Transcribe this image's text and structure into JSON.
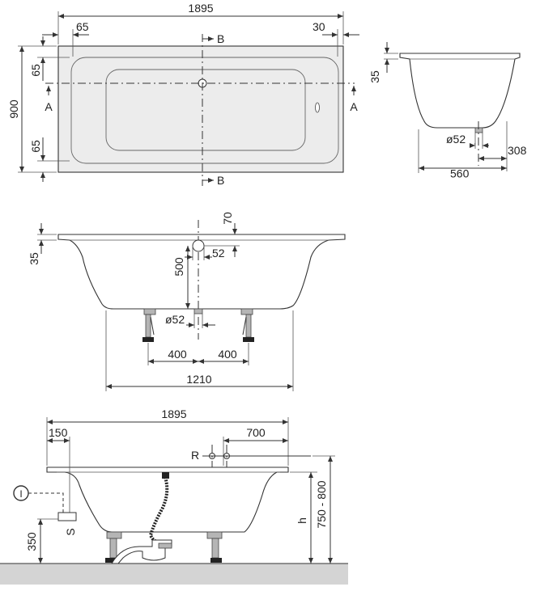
{
  "top_view": {
    "length": "1895",
    "margin_left": "65",
    "margin_right": "30",
    "width": "900",
    "margin_top": "65",
    "margin_bottom": "65",
    "section_a_left": "A",
    "section_a_right": "A",
    "section_b_top": "B",
    "section_b_bottom": "B"
  },
  "side_section": {
    "rim": "35",
    "drain_dia": "ø52",
    "drain_offset": "308",
    "bottom_width": "560"
  },
  "front_section": {
    "rim": "35",
    "drain_height": "70",
    "overflow_height": "500",
    "overflow_dia": "52",
    "drain_dia": "ø52",
    "foot_left": "400",
    "foot_right": "400",
    "base_length": "1210"
  },
  "install_view": {
    "length": "1895",
    "margin_left": "150",
    "tap_offset": "700",
    "tap_label": "R",
    "connector_label": "I",
    "s_label": "S",
    "floor_height": "350",
    "h_label": "h",
    "total_height": "750 - 800"
  }
}
